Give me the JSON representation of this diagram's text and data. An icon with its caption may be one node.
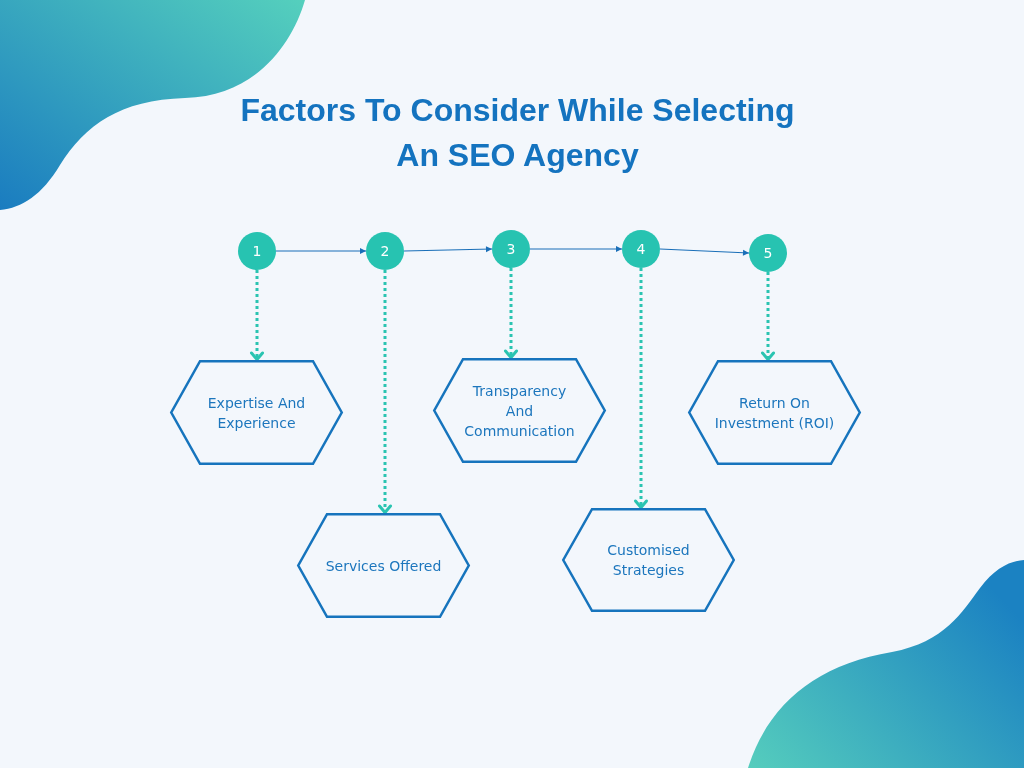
{
  "diagram": {
    "title": "Factors To Consider While Selecting An SEO Agency",
    "nodes": [
      {
        "text": [
          "1"
        ]
      },
      {
        "text": [
          "2"
        ]
      },
      {
        "text": [
          "3"
        ]
      },
      {
        "text": [
          "4"
        ]
      },
      {
        "text": [
          "5"
        ]
      },
      {
        "text": [
          "Expertise And Experience"
        ]
      },
      {
        "text": [
          "Services Offered"
        ]
      },
      {
        "text": [
          "Transparency And Communication"
        ]
      },
      {
        "text": [
          "Customised Strategies"
        ]
      },
      {
        "text": [
          "Return On Investment (ROI)"
        ]
      }
    ],
    "edges": [
      {
        "from": 0,
        "to": 1,
        "arrow": "to",
        "color": "#1a6fb8"
      },
      {
        "from": 1,
        "to": 2,
        "arrow": "to",
        "color": "#1a6fb8"
      },
      {
        "from": 2,
        "to": 3,
        "arrow": "to",
        "color": "#1a6fb8"
      },
      {
        "from": 3,
        "to": 4,
        "arrow": "to",
        "color": "#1a6fb8"
      },
      {
        "from": 0,
        "to": 5,
        "arrow": "to",
        "style": "dashed",
        "color": "#2ac4b1"
      },
      {
        "from": 1,
        "to": 6,
        "arrow": "to",
        "style": "dashed",
        "color": "#2ac4b1"
      },
      {
        "from": 2,
        "to": 7,
        "arrow": "to",
        "style": "dashed",
        "color": "#2ac4b1"
      },
      {
        "from": 3,
        "to": 8,
        "arrow": "to",
        "style": "dashed",
        "color": "#2ac4b1"
      },
      {
        "from": 4,
        "to": 9,
        "arrow": "to",
        "style": "dashed",
        "color": "#2ac4b1"
      }
    ]
  }
}
